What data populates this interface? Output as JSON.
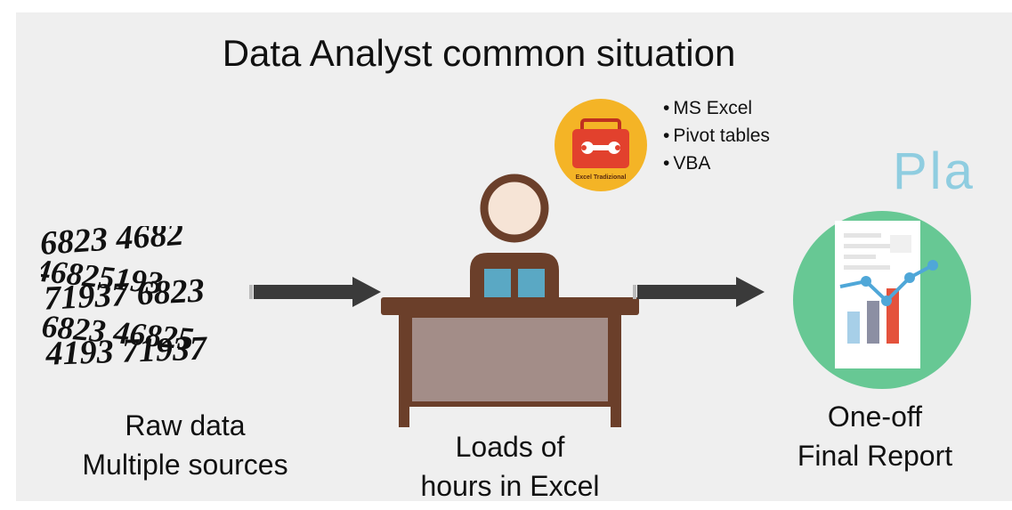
{
  "title": "Data Analyst common situation",
  "watermark": "Pla",
  "tools": [
    "MS Excel",
    "Pivot tables",
    "VBA"
  ],
  "toolbox_caption": "Excel Tradizional",
  "labels": {
    "raw": [
      "Raw data",
      "Multiple sources"
    ],
    "hours": [
      "Loads of",
      "hours in Excel"
    ],
    "report": [
      "One-off",
      "Final Report"
    ]
  },
  "numbers_rows": [
    "6823 4682",
    "46825193",
    "71937 6823",
    "6823 46825",
    "4193 71937"
  ]
}
